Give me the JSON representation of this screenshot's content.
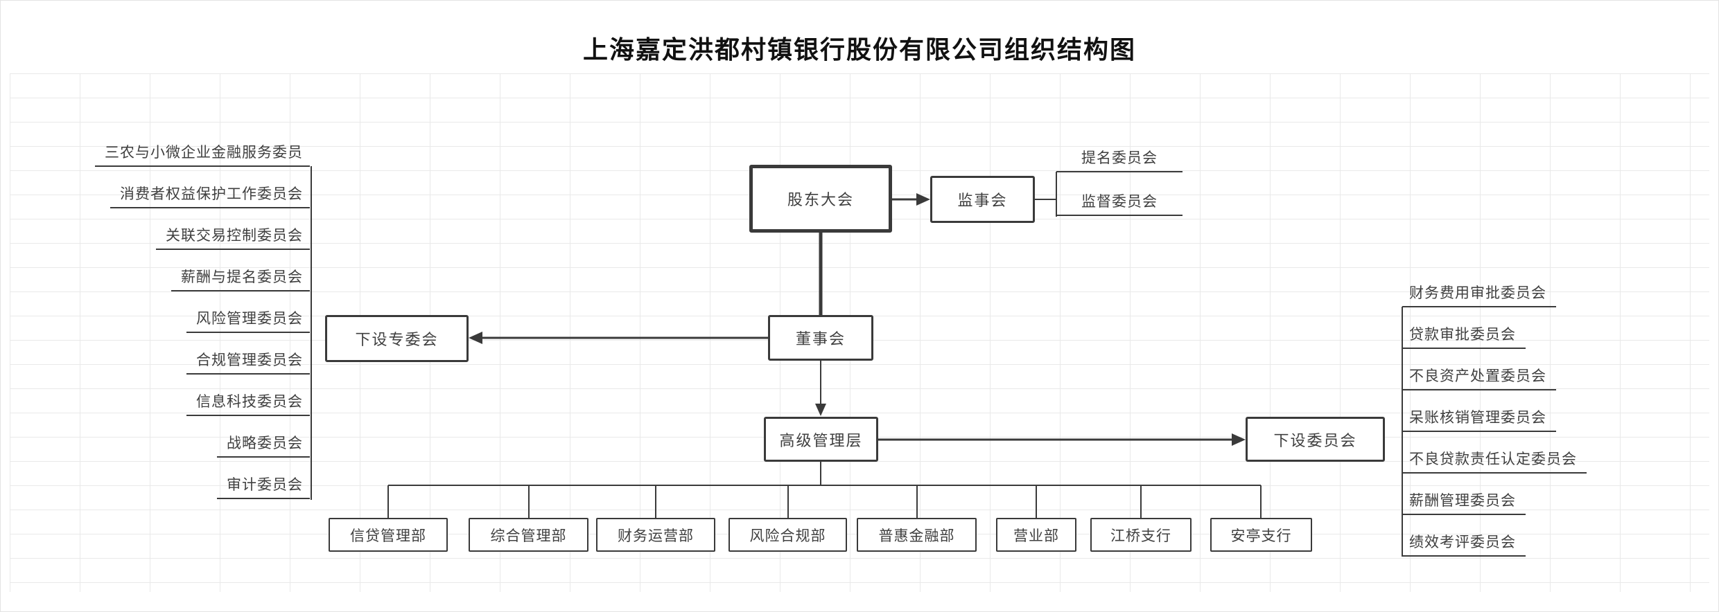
{
  "title": "上海嘉定洪都村镇银行股份有限公司组织结构图",
  "nodes": {
    "shareholders_meeting": "股东大会",
    "supervisory_board": "监事会",
    "board_of_directors": "董事会",
    "senior_management": "高级管理层",
    "board_special_committees_label": "下设专委会",
    "management_committees_label": "下设委员会"
  },
  "supervisory_committees": [
    "提名委员会",
    "监督委员会"
  ],
  "board_committees": [
    "三农与小微企业金融服务委员",
    "消费者权益保护工作委员会",
    "关联交易控制委员会",
    "薪酬与提名委员会",
    "风险管理委员会",
    "合规管理委员会",
    "信息科技委员会",
    "战略委员会",
    "审计委员会"
  ],
  "management_committees": [
    "财务费用审批委员会",
    "贷款审批委员会",
    "不良资产处置委员会",
    "呆账核销管理委员会",
    "不良贷款责任认定委员会",
    "薪酬管理委员会",
    "绩效考评委员会"
  ],
  "departments": [
    "信贷管理部",
    "综合管理部",
    "财务运营部",
    "风险合规部",
    "普惠金融部",
    "营业部",
    "江桥支行",
    "安亭支行"
  ],
  "colors": {
    "line": "#3a3a3a",
    "grid": "#e9e9e9",
    "text": "#3f3f3f"
  }
}
